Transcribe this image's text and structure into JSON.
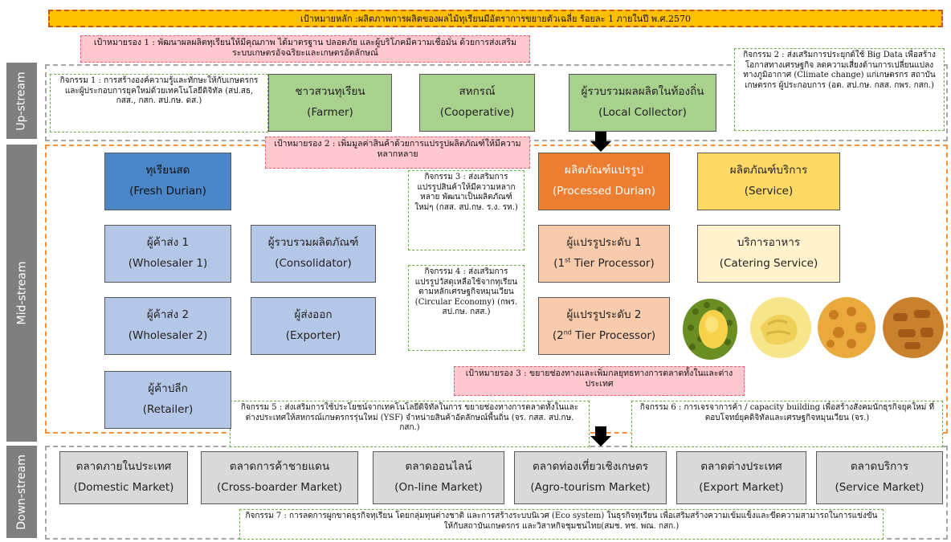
{
  "main_goal": "เป้าหมายหลัก :ผลิตภาพการผลิตของผลไม้ทุเรียนมีอัตราการขยายตัวเฉลี่ย ร้อยละ 1 ภายในปี พ.ศ.2570",
  "streams": {
    "upstream": "Up-stream",
    "midstream": "Mid-stream",
    "downstream": "Down-stream"
  },
  "goals": {
    "sub1": "เป้าหมายรอง 1 : พัฒนาผลผลิตทุเรียนให้มีคุณภาพ ได้มาตรฐาน ปลอดภัย และผู้บริโภคมีความเชื่อมั่น ด้วยการส่งเสริมระบบเกษตรอัจฉริยะและเกษตรอัตลักษณ์",
    "sub2": "เป้าหมายรอง 2 : เพิ่มมูลค่าสินค้าด้วยการแปรรูปผลิตภัณฑ์ให้มีความหลากหลาย",
    "sub3": "เป้าหมายรอง 3 : ขยายช่องทางและเพิ่มกลยุทธทางการตลาดทั้งในและต่างประเทศ"
  },
  "activities": {
    "a1": "กิจกรรม 1 : การสร้างองค์ความรู้และทักษะให้กับเกษตรกร และผู้ประกอบการยุคใหม่ด้วยเทคโนโลยีดิจิทัล (สป.สธ, กสส., กสก. สป.กษ. ดส.)",
    "a2": "กิจกรรม 2 : ส่งเสริมการประยุกต์ใช้ Big Data เพื่อสร้างโอกาสทางเศรษฐกิจ ลดความเสี่ยงด้านการเปลี่ยนแปลงทางภูมิอากาศ (Climate change) แก่เกษตรกร สถาบันเกษตรกร ผู้ประกอบการ (อต. สป.กษ. กสส. กพร. กสก.)",
    "a3": "กิจกรรม 3 : ส่งเสริมการแปรรูปสินค้าให้มีความหลากหลาย พัฒนาเป็นผลิตภัณฑ์ใหม่ๆ (กสส. สป.กษ. ร.ง. รท.)",
    "a4": "กิจกรรม 4 : ส่งเสริมการแปรรูปวัสดุเหลือใช้จากทุเรียนตามหลักเศรษฐกิจหมุนเวียน (Circular Economy) (กพร. สป.กษ. กสส.)",
    "a5": "กิจกรรม 5 : ส่งเสริมการใช้ประโยชน์จากเทคโนโลยีดิจิทัลในการ ขยายช่องทางการตลาดทั้งในและต่างประเทศให้สหกรณ์เกษตรกรรุ่นใหม่ (YSF) จำหน่ายสินค้าอัตลักษณ์พื้นถิ่น (จร. กสส. สป.กษ. กสก.)",
    "a6": "กิจกรรม 6 : การเจรจาการค้า / capacity building เพื่อสร้างสังคมนักธุรกิจยุคใหม่ ที่ตอบโจทย์ยุคดิจิทัลและเศรษฐกิจหมุนเวียน (จร.)",
    "a7": "กิจกรรม 7 : การลดการผูกขาดธุรกิจทุเรียน โดยกลุ่มทุนต่างชาติ และการสร้างระบบนิเวศ (Eco system) ในธุรกิจทุเรียน เพื่อเสริมสร้างความเข้มแข็งและขีดความสามารถในการแข่งขันให้กับสถาบันเกษตรกร และวิสาหกิจชุมชนไทย(สมช. ทช. พณ. กสก.)"
  },
  "upstream_nodes": [
    {
      "th": "ชาวสวนทุเรียน",
      "en": "(Farmer)"
    },
    {
      "th": "สหกรณ์",
      "en": "(Cooperative)"
    },
    {
      "th": "ผู้รวบรวมผลผลิตในท้องถิ่น",
      "en": "(Local Collector)"
    }
  ],
  "midstream_nodes": {
    "fresh": {
      "th": "ทุเรียนสด",
      "en": "(Fresh Durian)"
    },
    "wholesaler1": {
      "th": "ผู้ค้าส่ง 1",
      "en": "(Wholesaler 1)"
    },
    "consolidator": {
      "th": "ผู้รวบรวมผลิตภัณฑ์",
      "en": "(Consolidator)"
    },
    "wholesaler2": {
      "th": "ผู้ค้าส่ง 2",
      "en": "(Wholesaler 2)"
    },
    "exporter": {
      "th": "ผู้ส่งออก",
      "en": "(Exporter)"
    },
    "retailer": {
      "th": "ผู้ค้าปลีก",
      "en": "(Retailer)"
    },
    "processed": {
      "th": "ผลิตภัณฑ์แปรรูป",
      "en": "(Processed Durian)"
    },
    "tier1": {
      "th": "ผู้แปรรูประดับ 1",
      "en_pre": "(1",
      "en_sup": "st",
      "en_post": " Tier Processor)"
    },
    "tier2": {
      "th": "ผู้แปรรูประดับ 2",
      "en_pre": "(2",
      "en_sup": "nd",
      "en_post": " Tier Processor)"
    },
    "service": {
      "th": "ผลิตภัณฑ์บริการ",
      "en": "(Service)"
    },
    "catering": {
      "th": "บริการอาหาร",
      "en": "(Catering Service)"
    }
  },
  "downstream_nodes": [
    {
      "th": "ตลาดภายในประเทศ",
      "en": "(Domestic Market)"
    },
    {
      "th": "ตลาดการค้าชายแดน",
      "en": "(Cross-boarder Market)"
    },
    {
      "th": "ตลาดออนไลน์",
      "en": "(On-line Market)"
    },
    {
      "th": "ตลาดท่องเที่ยวเชิงเกษตร",
      "en": "(Agro-tourism Market)"
    },
    {
      "th": "ตลาดต่างประเทศ",
      "en": "(Export Market)"
    },
    {
      "th": "ตลาดบริการ",
      "en": "(Service Market)"
    }
  ],
  "colors": {
    "main_goal": "#ffc000",
    "sub_goal": "#ffc7ce",
    "upstream_node": "#a9d18e",
    "fresh_node": "#4a86c8",
    "trade_node": "#b4c7e7",
    "processed_node": "#ed7d31",
    "tier_node": "#f8cbad",
    "service_node": "#ffd966",
    "catering_node": "#fff2cc",
    "market_node": "#d9d9d9"
  }
}
